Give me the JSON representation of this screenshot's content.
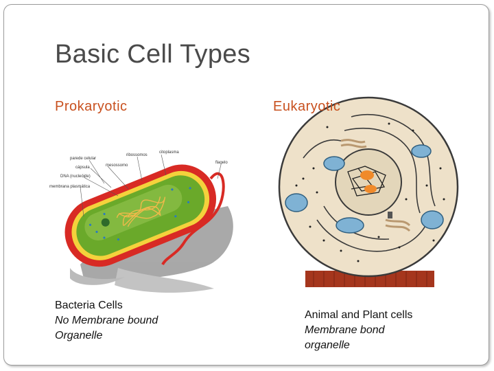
{
  "slide": {
    "title": "Basic Cell Types",
    "left_heading": "Prokaryotic",
    "right_heading": "Eukaryotic"
  },
  "prokaryote_labels": {
    "pared": "parede celular",
    "capsula": "cápsula",
    "dna": "DNA (nucleóide)",
    "membrana": "membrana plasmática",
    "mesossomo": "mesossomo",
    "ribossomos": "ribossomos",
    "citoplasma": "citoplasma",
    "flagelo": "flagelo"
  },
  "captions": {
    "left_line1": "Bacteria Cells",
    "left_line2": "No Membrane bound",
    "left_line3": "Organelle",
    "right_line1": "Animal and Plant cells",
    "right_line2": "Membrane bond",
    "right_line3": "organelle"
  },
  "colors": {
    "heading": "#c8501e",
    "title": "#4a4a4a",
    "cell_wall": "#d82a24",
    "cytoplasm": "#6aa92a",
    "capsule_yellow": "#f4d23c",
    "euk_cytoplasm": "#eee1c9",
    "mitochondria": "#7fb2d4"
  }
}
